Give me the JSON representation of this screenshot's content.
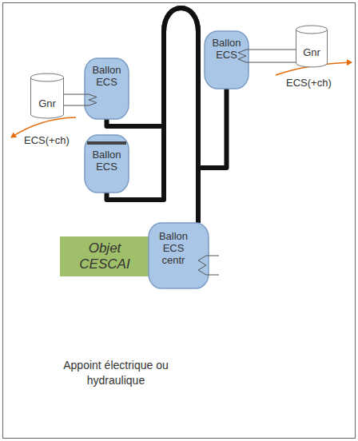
{
  "diagram": {
    "nodes": [
      {
        "text": [
          "Ballon ECS"
        ]
      },
      {
        "text": [
          "Gnr",
          "ECS(+ch)"
        ]
      },
      {
        "text": [
          "Ballon ECS"
        ]
      },
      {
        "text": [
          "Gnr",
          "ECS(+ch)"
        ]
      },
      {
        "text": [
          "Ballon ECS"
        ]
      },
      {
        "text": [
          "Objet CESCAI"
        ]
      },
      {
        "text": [
          "Ballon ECS centr"
        ]
      }
    ],
    "edges": [
      {
        "from": 6,
        "to": 0,
        "arrow": "none"
      },
      {
        "from": 6,
        "to": 2,
        "arrow": "none"
      },
      {
        "from": 6,
        "to": 4,
        "arrow": "none"
      },
      {
        "from": 1,
        "to": 0,
        "arrow": "none"
      },
      {
        "from": 3,
        "to": 2,
        "arrow": "none"
      }
    ],
    "labels": [
      "Appoint électrique ou hydraulique"
    ]
  }
}
